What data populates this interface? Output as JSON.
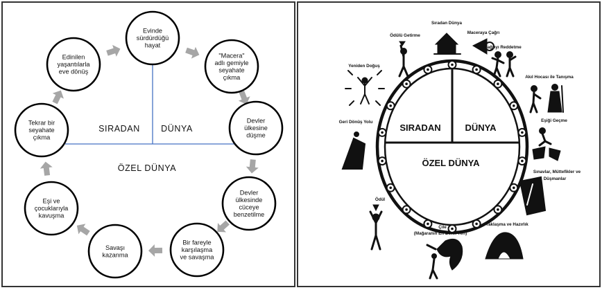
{
  "left_diagram": {
    "nodes": [
      {
        "lines": [
          "Evinde",
          "sürdürdüğü",
          "hayat"
        ]
      },
      {
        "lines": [
          "\"Macera\"",
          "adlı gemiyle",
          "seyahate",
          "çıkma"
        ]
      },
      {
        "lines": [
          "Devler",
          "ülkesine",
          "düşme"
        ]
      },
      {
        "lines": [
          "Devler",
          "ülkesinde",
          "cüceye",
          "benzetilme"
        ]
      },
      {
        "lines": [
          "Bir fareyle",
          "karşılaşma",
          "ve savaşma"
        ]
      },
      {
        "lines": [
          "Savaşı",
          "kazanma"
        ]
      },
      {
        "lines": [
          "Eşi ve",
          "çocuklarıyla",
          "kavuşma"
        ]
      },
      {
        "lines": [
          "Tekrar bir",
          "seyahate",
          "çıkma"
        ]
      },
      {
        "lines": [
          "Edinilen",
          "yaşantılarla",
          "eve dönüş"
        ]
      }
    ],
    "ordinary_left": "SIRADAN",
    "ordinary_right": "DÜNYA",
    "special": "ÖZEL DÜNYA",
    "colors": {
      "line": "#4472c4",
      "arrow": "#a6a6a6",
      "circle_stroke": "#000000"
    }
  },
  "right_diagram": {
    "ordinary_left": "SIRADAN",
    "ordinary_right": "DÜNYA",
    "special": "ÖZEL DÜNYA",
    "stage_labels": {
      "ordinary_world": "Sıradan Dünya",
      "call": "Maceraya Çağrı",
      "refusal": "Çağrıyı Reddetme",
      "mentor": "Akıl Hocası ile Tanışma",
      "threshold": "Eşiği Geçme",
      "tests": [
        "Sınavlar, Müttefikler ve",
        "Düşmanlar"
      ],
      "approach": "Yaklaşma ve Hazırlık",
      "ordeal": [
        "Çile",
        "(Mağaranın En Derin Yeri)"
      ],
      "reward": "Ödül",
      "road_back": "Geri Dönüş Yolu",
      "resurrection": "Yeniden Doğuş",
      "return": "Ödülü Getirme"
    }
  }
}
